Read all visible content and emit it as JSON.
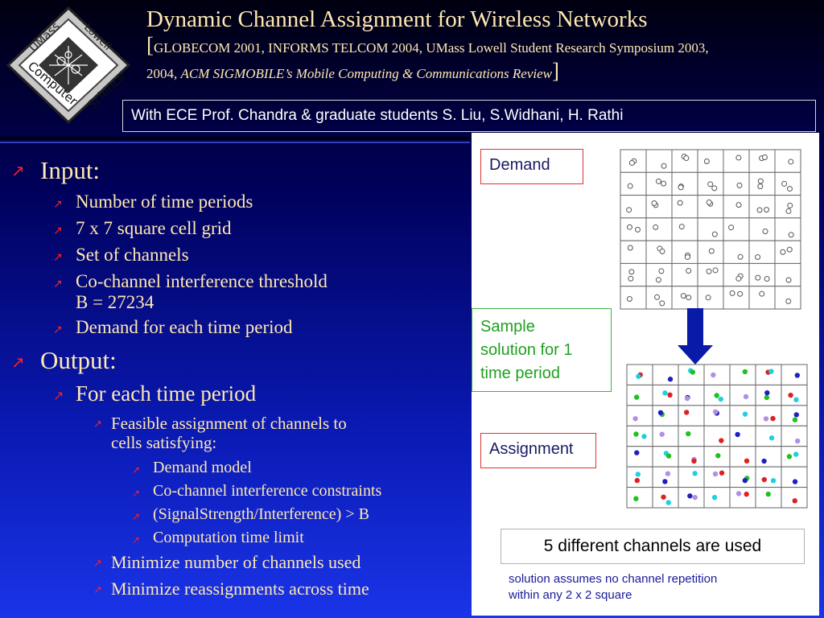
{
  "title": {
    "main": "Dynamic Channel Assignment  for Wireless Networks",
    "open_bracket": "[",
    "refs_line1": "GLOBECOM 2001, INFORMS TELCOM 2004, UMass Lowell Student Research Symposium 2003,",
    "refs_line2_prefix": "2004, ",
    "refs_line2_italic": "ACM SIGMOBILE’s Mobile Computing & Communications Review",
    "close_bracket": "]"
  },
  "logo": {
    "top_left": "UMass",
    "top_right": "Lowell",
    "bottom_left": "Computer",
    "bottom_right": "Science"
  },
  "collaborators": "With ECE Prof. Chandra & graduate students S. Liu, S.Widhani, H. Rathi",
  "bullets": {
    "input_label": "Input:",
    "input_items": [
      "Number of time periods",
      "7 x 7 square cell grid",
      "Set of channels",
      "Co-channel interference threshold",
      "B = 27234",
      "Demand for each time period"
    ],
    "output_label": "Output:",
    "for_each": "For each time period",
    "feasible_line1": "Feasible assignment of channels to",
    "feasible_line2": "cells satisfying:",
    "constraints": [
      "Demand model",
      "Co-channel interference constraints",
      "(SignalStrength/Interference) > B",
      "Computation time limit"
    ],
    "minimize": [
      "Minimize number of channels used",
      "Minimize reassignments across time"
    ]
  },
  "diagram": {
    "demand_label": "Demand",
    "sample_label_lines": [
      "Sample",
      "solution for 1",
      "time period"
    ],
    "assignment_label": "Assignment",
    "channels_used": "5 different channels are used",
    "note_lines": [
      "solution assumes no channel repetition",
      "within any 2 x 2 square"
    ]
  },
  "grid": {
    "rows": 7,
    "cols": 7
  },
  "colors": {
    "title": "#ffe9b0",
    "arrow_bullet": "#ff2020",
    "channel_red": "#e02020",
    "channel_cyan": "#20d0e0",
    "channel_green": "#20c020",
    "channel_blue": "#2020c0",
    "channel_violet": "#b090e0"
  }
}
